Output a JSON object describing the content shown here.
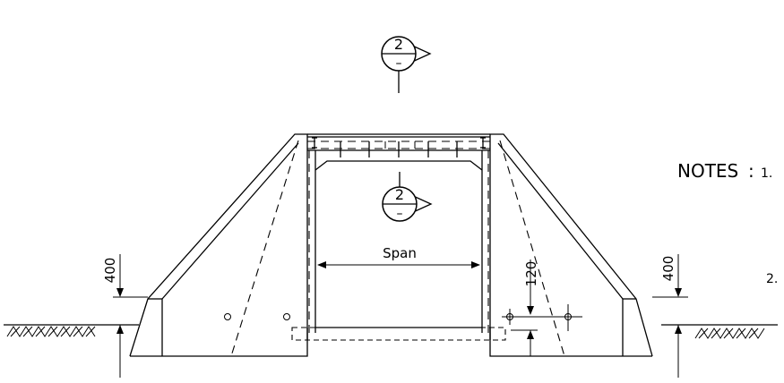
{
  "section_marker_top": {
    "number": "2",
    "sheet": "–"
  },
  "section_marker_mid": {
    "number": "2",
    "sheet": "–"
  },
  "span_label": "Span",
  "dim_left_400": "400",
  "dim_right_400": "400",
  "dim_120": "120",
  "notes": {
    "heading": "NOTES",
    "separator": ":",
    "items": [
      "1.",
      "2."
    ]
  }
}
